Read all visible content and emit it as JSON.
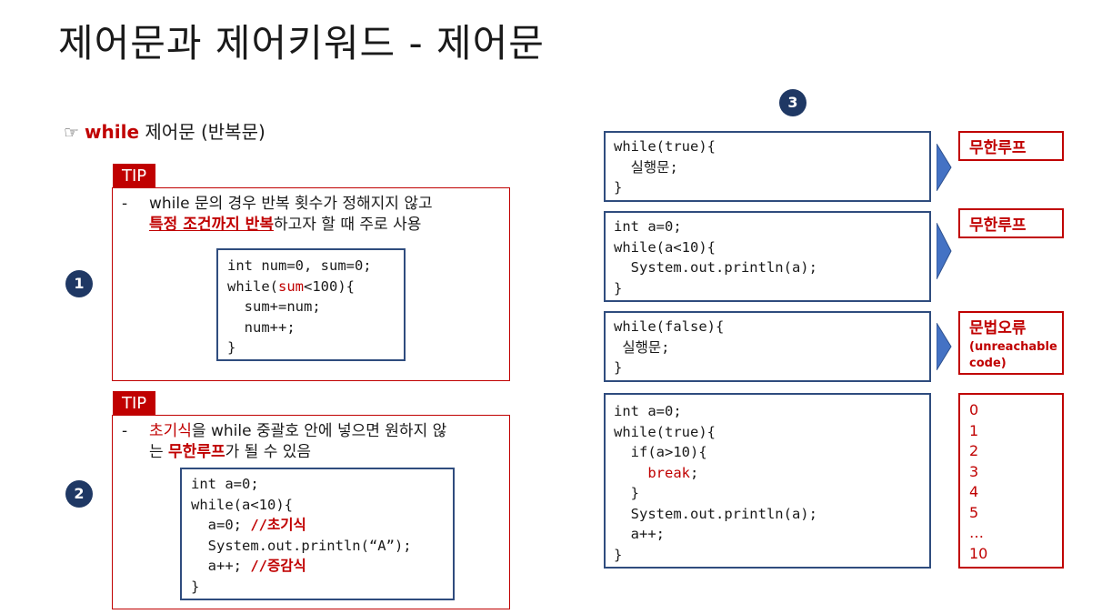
{
  "title": "제어문과 제어키워드 - 제어문",
  "subtitle": {
    "icon": "pointing-hand-icon",
    "hand": "☞",
    "keyword": "while",
    "rest": "제어문 (반복문)"
  },
  "colors": {
    "accent_red": "#c00000",
    "code_border": "#2f4c7e",
    "badge": "#1f3864",
    "arrow": "#4472c4"
  },
  "badges": {
    "one": "1",
    "two": "2",
    "three": "3"
  },
  "tip1": {
    "tag": "TIP",
    "dash": "-",
    "line1": "while 문의 경우 반복 횟수가 정해지지 않고",
    "line2_em": "특정 조건까지 반복",
    "line2_rest": "하고자 할 때 주로 사용",
    "code": {
      "l1": "int num=0, sum=0;",
      "l2_a": "while(",
      "l2_red": "sum",
      "l2_b": "<100){",
      "l3": "  sum+=num;",
      "l4": "  num++;",
      "l5": "}"
    }
  },
  "tip2": {
    "tag": "TIP",
    "dash": "-",
    "line1_red": "초기식",
    "line1_rest": "을 while 중괄호 안에 넣으면 원하지 않",
    "line2_a": "는 ",
    "line2_em": "무한루프",
    "line2_rest": "가 될 수 있음",
    "code": {
      "l1": "int a=0;",
      "l2": "while(a<10){",
      "l3_a": "  a=0; ",
      "l3_comment": "//초기식",
      "l4": "  System.out.println(“A”);",
      "l5_a": "  a++; ",
      "l5_comment": "//증감식",
      "l6": "}"
    }
  },
  "examples": {
    "ex1": {
      "code": "while(true){\n  실행문;\n}",
      "result": "무한루프"
    },
    "ex2": {
      "code": "int a=0;\nwhile(a<10){\n  System.out.println(a);\n}",
      "result": "무한루프"
    },
    "ex3": {
      "code": "while(false){\n 실행문;\n}",
      "result": "문법오류",
      "result_sub1": "(unreachable",
      "result_sub2": "code)"
    },
    "ex4": {
      "l1": "int a=0;",
      "l2": "while(true){",
      "l3": "  if(a>10){",
      "l4_a": "    ",
      "l4_red": "break",
      "l4_b": ";",
      "l5": "  }",
      "l6": "  System.out.println(a);",
      "l7": "  a++;",
      "l8": "}",
      "results": [
        "0",
        "1",
        "2",
        "3",
        "4",
        "5",
        "…",
        "10"
      ]
    }
  }
}
